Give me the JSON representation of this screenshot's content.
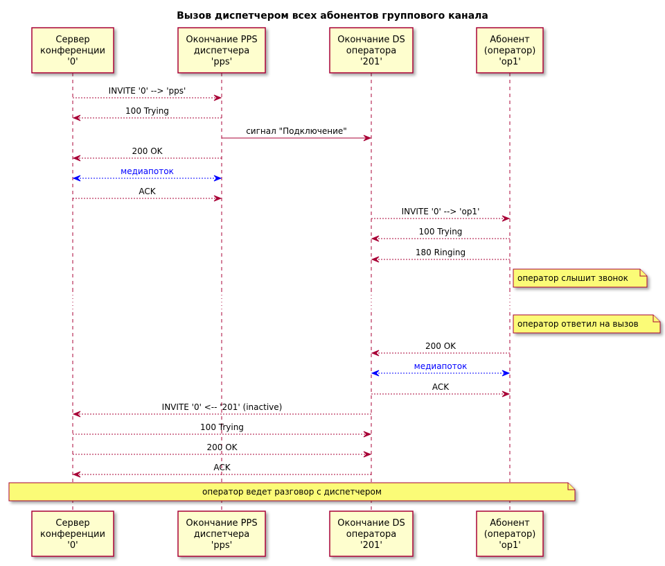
{
  "title": "Вызов диспетчером всех абонентов группового канала",
  "colors": {
    "arrow": "#A80036",
    "media": "#0000FF",
    "participant_fill": "#FEFECE",
    "note_fill": "#FBFB77"
  },
  "participants": [
    {
      "id": "srv",
      "lines": [
        "Сервер",
        "конференции",
        "'0'"
      ]
    },
    {
      "id": "pps",
      "lines": [
        "Окончание PPS",
        "диспетчера",
        "'pps'"
      ]
    },
    {
      "id": "ds",
      "lines": [
        "Окончание DS",
        "оператора",
        "'201'"
      ]
    },
    {
      "id": "op1",
      "lines": [
        "Абонент",
        "(оператор)",
        "'op1'"
      ]
    }
  ],
  "messages": [
    {
      "from": "srv",
      "to": "pps",
      "label": "INVITE '0' --> 'pps'",
      "style": "dashed"
    },
    {
      "from": "pps",
      "to": "srv",
      "label": "100 Trying",
      "style": "dashed"
    },
    {
      "from": "pps",
      "to": "ds",
      "label": "сигнал \"Подключение\"",
      "style": "solid"
    },
    {
      "from": "pps",
      "to": "srv",
      "label": "200 OK",
      "style": "dashed"
    },
    {
      "from": "srv",
      "to": "pps",
      "label": "медиапоток",
      "style": "media"
    },
    {
      "from": "srv",
      "to": "pps",
      "label": "ACK",
      "style": "dashed"
    },
    {
      "from": "ds",
      "to": "op1",
      "label": "INVITE '0' --> 'op1'",
      "style": "dashed"
    },
    {
      "from": "op1",
      "to": "ds",
      "label": "100 Trying",
      "style": "dashed"
    },
    {
      "from": "op1",
      "to": "ds",
      "label": "180 Ringing",
      "style": "dashed"
    },
    {
      "from": "op1",
      "to": "ds",
      "label": "200 OK",
      "style": "dashed"
    },
    {
      "from": "ds",
      "to": "op1",
      "label": "медиапоток",
      "style": "media"
    },
    {
      "from": "ds",
      "to": "op1",
      "label": "ACK",
      "style": "dashed"
    },
    {
      "from": "ds",
      "to": "srv",
      "label": "INVITE '0' <-- '201' (inactive)",
      "style": "dashed"
    },
    {
      "from": "srv",
      "to": "ds",
      "label": "100 Trying",
      "style": "dashed"
    },
    {
      "from": "srv",
      "to": "ds",
      "label": "200 OK",
      "style": "dashed"
    },
    {
      "from": "ds",
      "to": "srv",
      "label": "ACK",
      "style": "dashed"
    }
  ],
  "notes": [
    {
      "text": "оператор слышит звонок"
    },
    {
      "text": "оператор ответил на вызов"
    },
    {
      "text": "оператор ведет разговор с диспетчером"
    }
  ]
}
